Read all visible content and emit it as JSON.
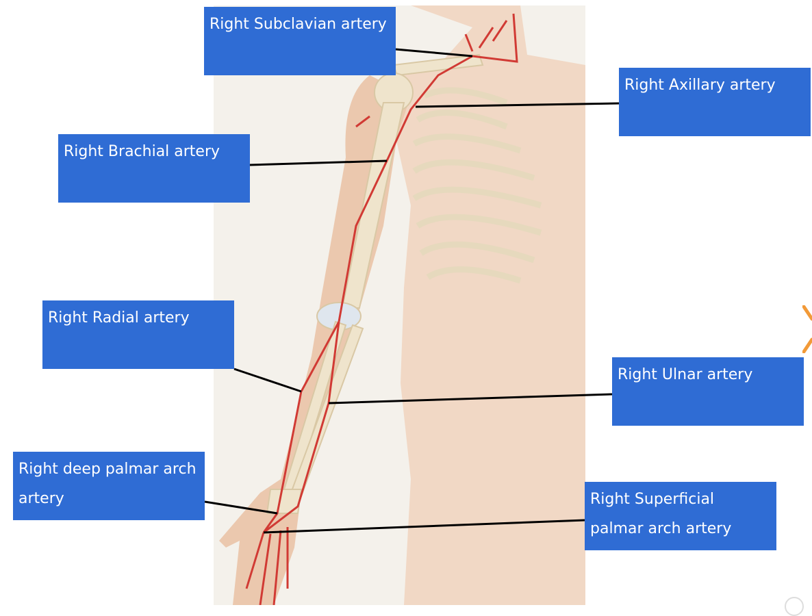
{
  "labels": [
    {
      "id": "subclavian",
      "text": "Right Subclavian artery"
    },
    {
      "id": "axillary",
      "text": "Right Axillary artery"
    },
    {
      "id": "brachial",
      "text": "Right Brachial artery"
    },
    {
      "id": "radial",
      "text": "Right Radial artery"
    },
    {
      "id": "ulnar",
      "text": "Right Ulnar artery"
    },
    {
      "id": "deep-palmar",
      "text": "Right deep palmar arch artery"
    },
    {
      "id": "superficial-palmar",
      "text": "Right Superficial palmar arch artery"
    }
  ],
  "colors": {
    "label_bg": "#2f6cd4",
    "artery": "#d13a34",
    "skin": "#efd2bd",
    "bone": "#efe4cc",
    "background": "#f3f0ea",
    "accent": "#f29a38"
  }
}
